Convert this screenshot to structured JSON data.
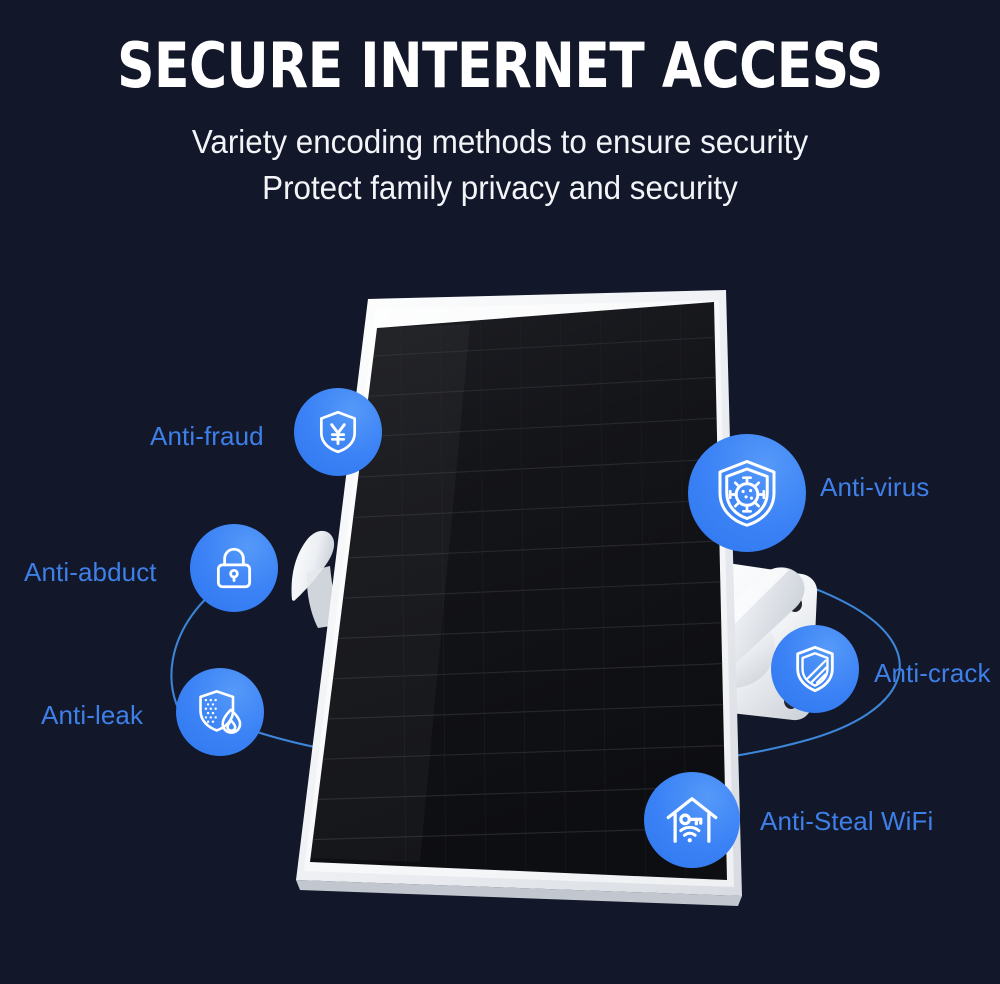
{
  "header": {
    "title": "SECURE INTERNET ACCESS",
    "subtitle_line1": "Variety encoding methods to ensure security",
    "subtitle_line2": "Protect family privacy and security"
  },
  "colors": {
    "background": "#121729",
    "title_text": "#ffffff",
    "subtitle_text": "#f2f4f8",
    "badge_blue": "#3b82f6",
    "badge_blue_light": "#5599f8",
    "label_blue": "#3e7fe8",
    "connector_line": "#3f8be0",
    "product_frame_white": "#f4f6f8",
    "panel_dark": "#15161a"
  },
  "features": [
    {
      "id": "fraud",
      "label": "Anti-fraud",
      "icon": "shield-yen-icon"
    },
    {
      "id": "abduct",
      "label": "Anti-abduct",
      "icon": "padlock-icon"
    },
    {
      "id": "leak",
      "label": "Anti-leak",
      "icon": "shield-flame-icon"
    },
    {
      "id": "virus",
      "label": "Anti-virus",
      "icon": "shield-virus-icon"
    },
    {
      "id": "crack",
      "label": "Anti-crack",
      "icon": "shield-stripes-icon"
    },
    {
      "id": "wifi",
      "label": "Anti-Steal WiFi",
      "icon": "house-wifi-key-icon"
    }
  ],
  "product": {
    "name": "solar-panel-with-wall-bracket",
    "parts": [
      "solar-panel",
      "white-frame",
      "antenna",
      "wall-mount-bracket"
    ]
  }
}
